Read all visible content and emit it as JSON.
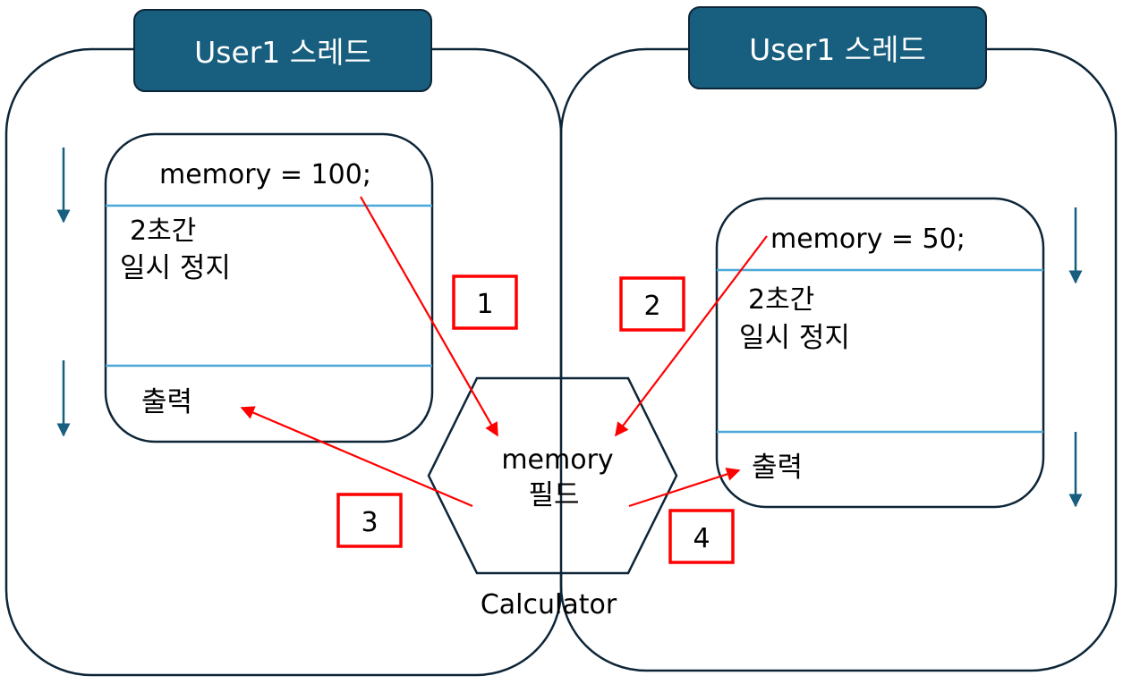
{
  "threads": [
    {
      "header": "User1 스레드",
      "steps": {
        "assign": "memory = 100;",
        "pause_line1": "2초간",
        "pause_line2": "일시 정지",
        "print": "출력"
      }
    },
    {
      "header": "User1 스레드",
      "steps": {
        "assign": "memory = 50;",
        "pause_line1": "2초간",
        "pause_line2": "일시 정지",
        "print": "출력"
      }
    }
  ],
  "shared_object": {
    "field_line1": "memory",
    "field_line2": "필드",
    "label": "Calculator"
  },
  "order_labels": [
    "1",
    "2",
    "3",
    "4"
  ],
  "colors": {
    "outline": "#0d2537",
    "header_fill": "#175e7f",
    "header_text": "#ffffff",
    "divider": "#4aa8d8",
    "flow_arrow": "#175e7f",
    "access_arrow": "#ff0000",
    "order_box": "#ff0000",
    "text": "#000000"
  }
}
